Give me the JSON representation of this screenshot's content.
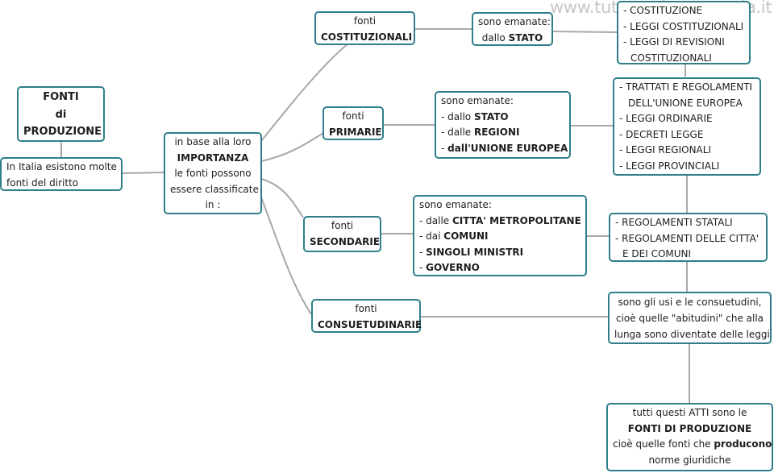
{
  "watermark": "www.tuttoperlapp-scuola.it",
  "root": {
    "lines": [
      "FONTI",
      "di",
      "PRODUZIONE"
    ]
  },
  "intro": {
    "lines": [
      "In Italia esistono molte",
      "fonti del diritto"
    ]
  },
  "importanza": {
    "lines": [
      "in base alla loro",
      "IMPORTANZA",
      "le fonti possono",
      "essere classificate",
      "in :"
    ]
  },
  "costituzionali": {
    "label": {
      "lines": [
        "fonti",
        "COSTITUZIONALI"
      ]
    },
    "emanate": {
      "lines": [
        "sono emanate:",
        "dallo STATO"
      ]
    },
    "atti": {
      "lines": [
        "- COSTITUZIONE",
        "- LEGGI COSTITUZIONALI",
        "- LEGGI DI REVISIONI",
        "COSTITUZIONALI"
      ]
    }
  },
  "primarie": {
    "label": {
      "lines": [
        "fonti",
        "PRIMARIE"
      ]
    },
    "emanate": {
      "lines": [
        "sono emanate:",
        "- dallo STATO",
        "- dalle REGIONI",
        "- dall'UNIONE EUROPEA"
      ]
    },
    "atti": {
      "lines": [
        "- TRATTATI E REGOLAMENTI",
        "DELL'UNIONE EUROPEA",
        "- LEGGI ORDINARIE",
        "- DECRETI LEGGE",
        "- LEGGI REGIONALI",
        "- LEGGI PROVINCIALI"
      ]
    }
  },
  "secondarie": {
    "label": {
      "lines": [
        "fonti",
        "SECONDARIE"
      ]
    },
    "emanate": {
      "lines": [
        "sono emanate:",
        "- dalle CITTA' METROPOLITANE",
        "- dai COMUNI",
        "- SINGOLI MINISTRI",
        "- GOVERNO"
      ]
    },
    "atti": {
      "lines": [
        "- REGOLAMENTI STATALI",
        "- REGOLAMENTI DELLE CITTA'",
        "E DEI COMUNI"
      ]
    }
  },
  "consuetudinarie": {
    "label": {
      "lines": [
        "fonti",
        "CONSUETUDINARIE"
      ]
    },
    "desc": {
      "lines": [
        "sono gli usi e le consuetudini,",
        "cioè quelle \"abitudini\" che alla",
        "lunga sono diventate delle leggi"
      ]
    }
  },
  "conclusione": {
    "lines": [
      "tutti questi ATTI sono le",
      "FONTI DI PRODUZIONE",
      "cioè quelle fonti che producono",
      "norme giuridiche"
    ]
  },
  "colors": {
    "border": "#2e7f8a",
    "connector": "#a8a8a8",
    "watermark": "#c6c6c6"
  }
}
